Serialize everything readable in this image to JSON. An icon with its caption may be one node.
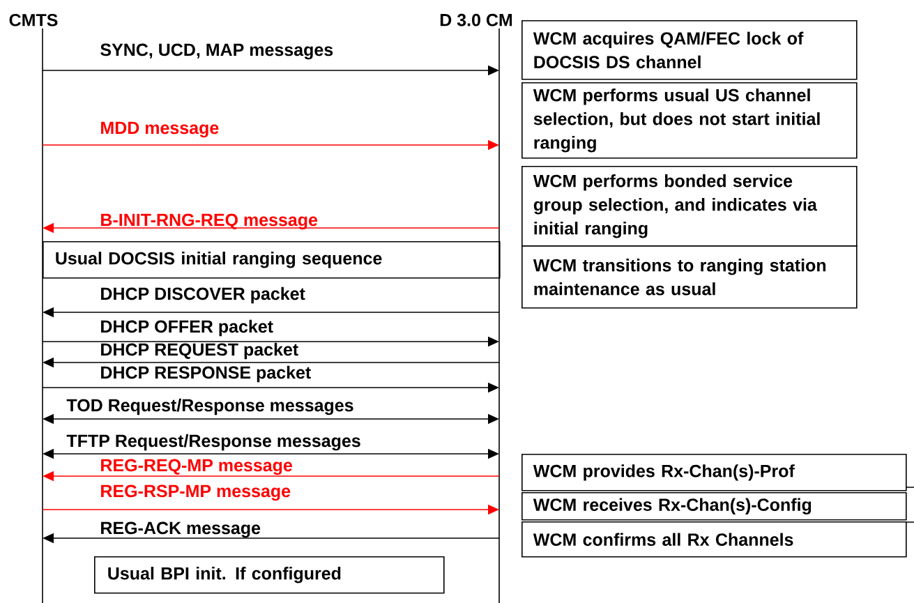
{
  "diagram": {
    "nodes": [
      {
        "text": [
          "CMTS"
        ]
      },
      {
        "text": [
          "D 3.0 CM"
        ]
      },
      {
        "text": [
          "WCM acquires QAM/FEC lock of DOCSIS DS channel"
        ]
      },
      {
        "text": [
          "WCM performs usual US channel selection, but does not start initial ranging"
        ]
      },
      {
        "text": [
          "WCM performs bonded service group selection, and indicates via initial ranging"
        ]
      },
      {
        "text": [
          "WCM transitions to ranging station maintenance as usual"
        ]
      },
      {
        "text": [
          "Usual DOCSIS initial ranging sequence"
        ]
      },
      {
        "text": [
          "WCM provides Rx-Chan(s)-Prof"
        ]
      },
      {
        "text": [
          "WCM receives Rx-Chan(s)-Config"
        ]
      },
      {
        "text": [
          "WCM confirms all Rx Channels"
        ]
      },
      {
        "text": [
          "Usual BPI init. If configured"
        ]
      }
    ],
    "edges": [
      {
        "from": 0,
        "to": 1,
        "arrow": "to",
        "label": "SYNC, UCD, MAP messages"
      },
      {
        "from": 0,
        "to": 1,
        "arrow": "to",
        "label": "MDD message",
        "color": "#ff0000"
      },
      {
        "from": 1,
        "to": 0,
        "arrow": "to",
        "label": "B-INIT-RNG-REQ  message",
        "color": "#ff0000"
      },
      {
        "from": 1,
        "to": 0,
        "arrow": "to",
        "label": "DHCP DISCOVER  packet"
      },
      {
        "from": 0,
        "to": 1,
        "arrow": "to",
        "label": "DHCP OFFER packet"
      },
      {
        "from": 1,
        "to": 0,
        "arrow": "to",
        "label": "DHCP REQUEST packet"
      },
      {
        "from": 0,
        "to": 1,
        "arrow": "to",
        "label": "DHCP RESPONSE packet"
      },
      {
        "from": 0,
        "to": 1,
        "arrow": "both",
        "label": "TOD Request/Response messages"
      },
      {
        "from": 0,
        "to": 1,
        "arrow": "both",
        "label": "TFTP Request/Response messages"
      },
      {
        "from": 1,
        "to": 0,
        "arrow": "to",
        "label": "REG-REQ-MP message",
        "color": "#ff0000"
      },
      {
        "from": 0,
        "to": 1,
        "arrow": "to",
        "label": "REG-RSP-MP message",
        "color": "#ff0000"
      },
      {
        "from": 1,
        "to": 0,
        "arrow": "to",
        "label": "REG-ACK message"
      }
    ]
  }
}
